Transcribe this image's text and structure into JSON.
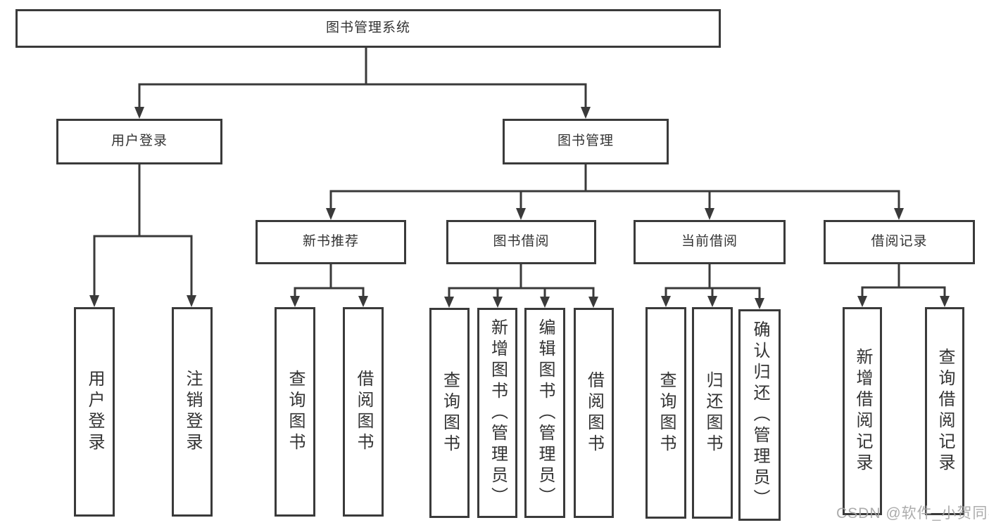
{
  "tree": {
    "root": {
      "label": "图书管理系统"
    },
    "branches": [
      {
        "label": "用户登录",
        "children": [
          {
            "label": "用户登录"
          },
          {
            "label": "注销登录"
          }
        ]
      },
      {
        "label": "图书管理",
        "children": [
          {
            "label": "新书推荐",
            "children": [
              {
                "label": "查询图书"
              },
              {
                "label": "借阅图书"
              }
            ]
          },
          {
            "label": "图书借阅",
            "children": [
              {
                "label": "查询图书"
              },
              {
                "label": "新增图书（管理员）"
              },
              {
                "label": "编辑图书（管理员）"
              },
              {
                "label": "借阅图书"
              }
            ]
          },
          {
            "label": "当前借阅",
            "children": [
              {
                "label": "查询图书"
              },
              {
                "label": "归还图书"
              },
              {
                "label": "确认归还（管理员）"
              }
            ]
          },
          {
            "label": "借阅记录",
            "children": [
              {
                "label": "新增借阅记录"
              },
              {
                "label": "查询借阅记录"
              }
            ]
          }
        ]
      }
    ]
  },
  "watermark": {
    "text": "CSDN @软件_小贺同学"
  },
  "colors": {
    "line": "#3a3a3a",
    "border": "#3a3a3a",
    "text": "#333333",
    "background": "#ffffff",
    "watermark": "#a3a3a3"
  }
}
